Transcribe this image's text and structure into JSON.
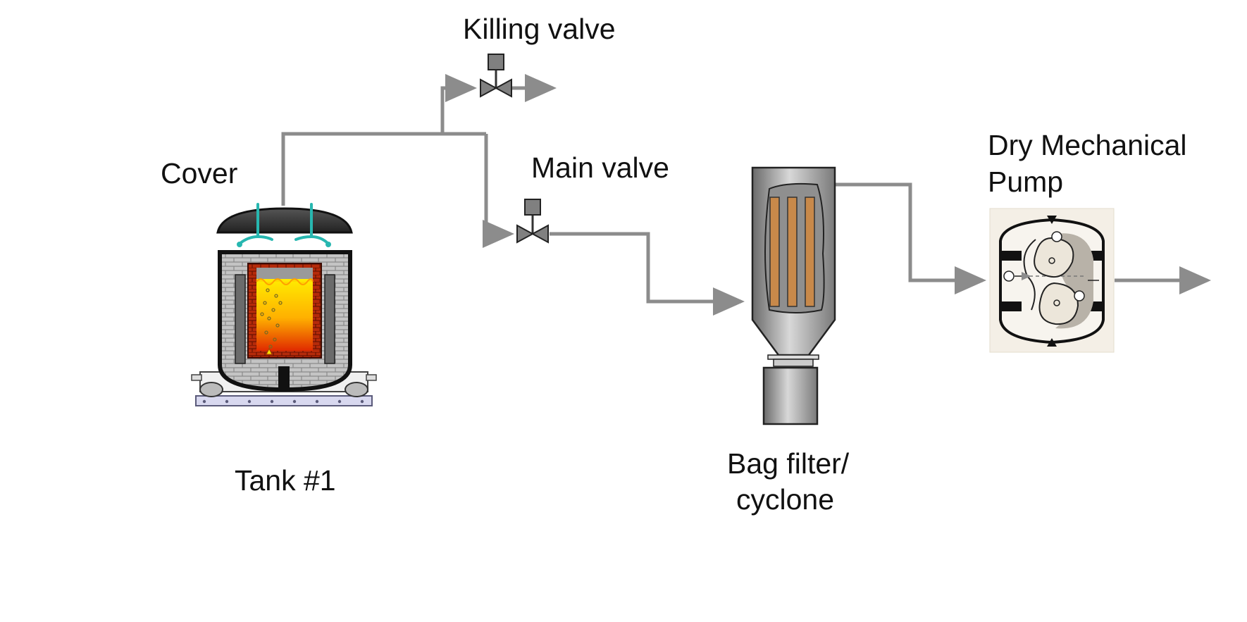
{
  "labels": {
    "killing_valve": "Killing valve",
    "cover": "Cover",
    "main_valve": "Main valve",
    "pump_line1": "Dry Mechanical",
    "pump_line2": "Pump",
    "tank": "Tank #1",
    "filter_line1": "Bag filter/",
    "filter_line2": "cyclone"
  },
  "colors": {
    "pipe": "#8c8c8c",
    "valve_fill": "#808080",
    "tank_brick": "#b8b8b8",
    "melt_top": "#ffee00",
    "melt_bottom": "#e02a00",
    "refractory": "#b02000",
    "cover": "#3a3a3a",
    "clamp": "#27b7b0",
    "filter_body": "#9a9a9a",
    "filter_bag": "#c8894a",
    "pump_bg": "#f4efe6"
  }
}
